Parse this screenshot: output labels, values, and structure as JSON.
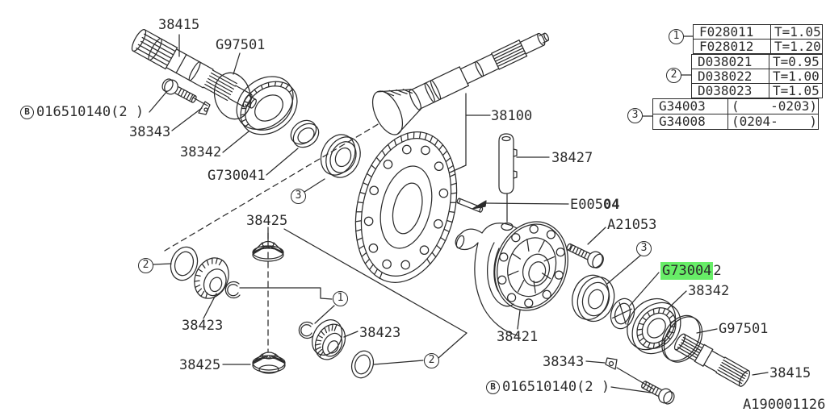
{
  "diagram": {
    "drawing_number": "A190001126",
    "highlight_color": "#67ed67"
  },
  "labels": {
    "shaft_top_left": "38415",
    "shim_top_left": "G97501",
    "bolt_circle_letter": "B",
    "bolt_top_left": "016510140(2 )",
    "key_top_left": "38343",
    "bearing_top_left": "38342",
    "seal": "G730041",
    "pinion_gear_top": "38425",
    "side_gear_left": "38423",
    "pinion_gear_bottom": "38425",
    "side_bearing_left": "38423",
    "hypoid_gear_set": "38100",
    "straight_pin": "38427",
    "roll_pin_plain": "E005",
    "roll_pin_bold": "04",
    "bolt_mid": "A21053",
    "washer_highlighted": "G73004",
    "washer_suffix": "2",
    "bearing_right": "38342",
    "shim_right": "G97501",
    "shaft_right": "38415",
    "key_right": "38343",
    "bolt_right": "016510140(2 )",
    "diff_case": "38421",
    "drawing_number": "A190001126"
  },
  "callouts": {
    "one": "1",
    "two": "2",
    "three": "3"
  },
  "tables": {
    "t1": {
      "rows": [
        [
          "F028011",
          "T=1.05"
        ],
        [
          "F028012",
          "T=1.20"
        ]
      ]
    },
    "t2": {
      "rows": [
        [
          "D038021",
          "T=0.95"
        ],
        [
          "D038022",
          "T=1.00"
        ],
        [
          "D038023",
          "T=1.05"
        ]
      ]
    },
    "t3": {
      "rows": [
        [
          "G34003",
          "(    -0203)"
        ],
        [
          "G34008",
          "(0204-    )"
        ]
      ]
    }
  }
}
